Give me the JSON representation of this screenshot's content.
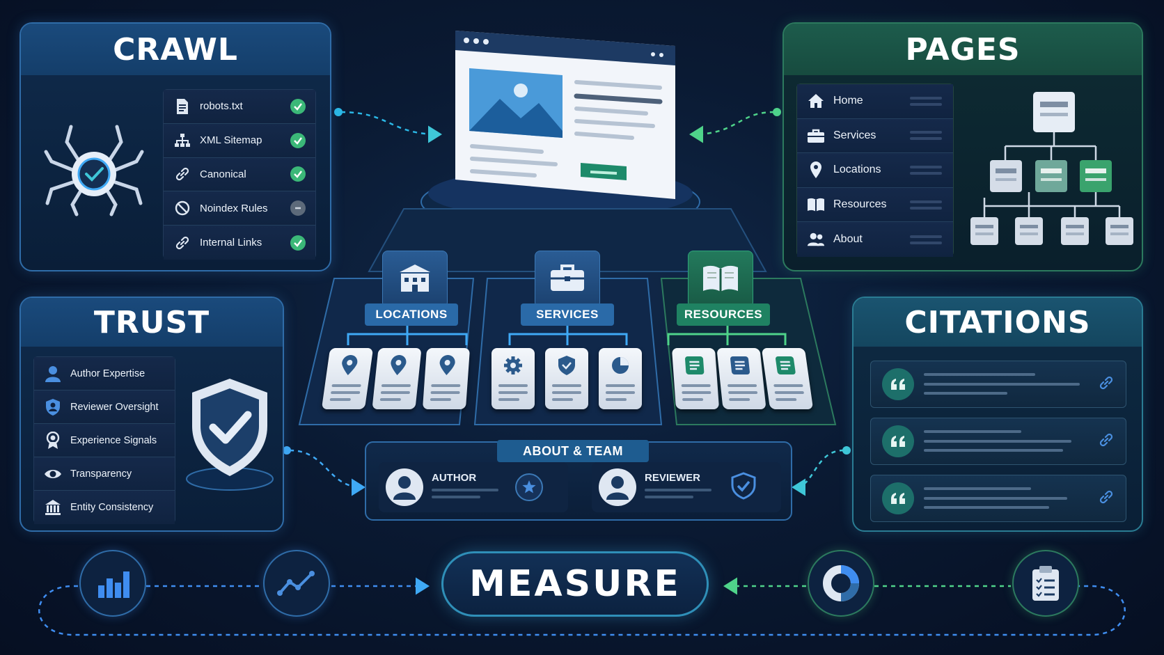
{
  "crawl": {
    "title": "CRAWL",
    "items": [
      {
        "label": "robots.txt",
        "icon": "document-icon",
        "status": "check"
      },
      {
        "label": "XML Sitemap",
        "icon": "sitemap-icon",
        "status": "check"
      },
      {
        "label": "Canonical",
        "icon": "link-icon",
        "status": "check"
      },
      {
        "label": "Noindex Rules",
        "icon": "block-icon",
        "status": "dash"
      },
      {
        "label": "Internal Links",
        "icon": "link-icon",
        "status": "check"
      }
    ]
  },
  "pages": {
    "title": "PAGES",
    "items": [
      {
        "label": "Home",
        "icon": "home-icon"
      },
      {
        "label": "Services",
        "icon": "briefcase-icon"
      },
      {
        "label": "Locations",
        "icon": "map-pin-icon"
      },
      {
        "label": "Resources",
        "icon": "book-icon"
      },
      {
        "label": "About",
        "icon": "users-icon"
      }
    ]
  },
  "trust": {
    "title": "TRUST",
    "items": [
      {
        "label": "Author Expertise",
        "icon": "person-icon"
      },
      {
        "label": "Reviewer Oversight",
        "icon": "shield-person-icon"
      },
      {
        "label": "Experience Signals",
        "icon": "badge-icon"
      },
      {
        "label": "Transparency",
        "icon": "eye-icon"
      },
      {
        "label": "Entity Consistency",
        "icon": "bank-icon"
      }
    ]
  },
  "citations": {
    "title": "CITATIONS"
  },
  "hub": {
    "sections": [
      {
        "label": "LOCATIONS",
        "icon": "building-icon"
      },
      {
        "label": "SERVICES",
        "icon": "briefcase-icon"
      },
      {
        "label": "RESOURCES",
        "icon": "book-icon"
      }
    ],
    "about": {
      "label": "ABOUT & TEAM",
      "author": "AUTHOR",
      "reviewer": "REVIEWER"
    }
  },
  "measure": {
    "title": "MEASURE",
    "icons": [
      "bar-chart-icon",
      "line-chart-icon",
      "donut-chart-icon",
      "clipboard-icon"
    ]
  },
  "colors": {
    "blue": "#2f6ca8",
    "green": "#3bb878",
    "teal": "#2a7c93",
    "bg": "#0a1a33",
    "arrow_blue": "#3fa9f5",
    "arrow_green": "#4fd38a"
  }
}
